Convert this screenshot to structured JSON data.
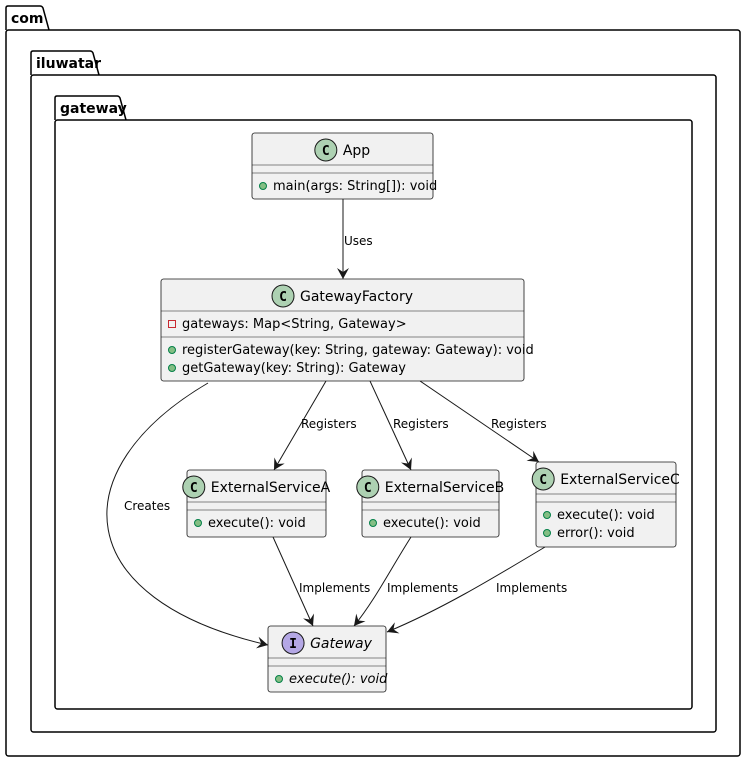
{
  "packages": [
    {
      "id": "com",
      "label": "com"
    },
    {
      "id": "iluwatar",
      "label": "iluwatar"
    },
    {
      "id": "gateway",
      "label": "gateway"
    }
  ],
  "classes": [
    {
      "id": "App",
      "kind": "class",
      "stereotype_letter": "C",
      "name": "App",
      "fields": [],
      "methods": [
        {
          "visibility": "public",
          "text": "main(args: String[]): void"
        }
      ]
    },
    {
      "id": "GatewayFactory",
      "kind": "class",
      "stereotype_letter": "C",
      "name": "GatewayFactory",
      "fields": [
        {
          "visibility": "private",
          "text": "gateways: Map<String, Gateway>"
        }
      ],
      "methods": [
        {
          "visibility": "public",
          "text": "registerGateway(key: String, gateway: Gateway): void"
        },
        {
          "visibility": "public",
          "text": "getGateway(key: String): Gateway"
        }
      ]
    },
    {
      "id": "ExternalServiceA",
      "kind": "class",
      "stereotype_letter": "C",
      "name": "ExternalServiceA",
      "fields": [],
      "methods": [
        {
          "visibility": "public",
          "text": "execute(): void"
        }
      ]
    },
    {
      "id": "ExternalServiceB",
      "kind": "class",
      "stereotype_letter": "C",
      "name": "ExternalServiceB",
      "fields": [],
      "methods": [
        {
          "visibility": "public",
          "text": "execute(): void"
        }
      ]
    },
    {
      "id": "ExternalServiceC",
      "kind": "class",
      "stereotype_letter": "C",
      "name": "ExternalServiceC",
      "fields": [],
      "methods": [
        {
          "visibility": "public",
          "text": "execute(): void"
        },
        {
          "visibility": "public",
          "text": "error(): void"
        }
      ]
    },
    {
      "id": "Gateway",
      "kind": "interface",
      "stereotype_letter": "I",
      "name": "Gateway",
      "fields": [],
      "methods": [
        {
          "visibility": "public",
          "text": "execute(): void",
          "abstract": true
        }
      ]
    }
  ],
  "relations": [
    {
      "from": "App",
      "to": "GatewayFactory",
      "label": "Uses"
    },
    {
      "from": "GatewayFactory",
      "to": "ExternalServiceA",
      "label": "Registers"
    },
    {
      "from": "GatewayFactory",
      "to": "ExternalServiceB",
      "label": "Registers"
    },
    {
      "from": "GatewayFactory",
      "to": "ExternalServiceC",
      "label": "Registers"
    },
    {
      "from": "GatewayFactory",
      "to": "Gateway",
      "label": "Creates"
    },
    {
      "from": "ExternalServiceA",
      "to": "Gateway",
      "label": "Implements"
    },
    {
      "from": "ExternalServiceB",
      "to": "Gateway",
      "label": "Implements"
    },
    {
      "from": "ExternalServiceC",
      "to": "Gateway",
      "label": "Implements"
    }
  ],
  "colors": {
    "class_fill": "#f1f1f1",
    "class_border": "#181818",
    "class_circle": "#add1b2",
    "interface_circle": "#b4a7e5",
    "public_dot": "#84be84",
    "public_dot_border": "#038048",
    "private_square_border": "#c82930"
  }
}
